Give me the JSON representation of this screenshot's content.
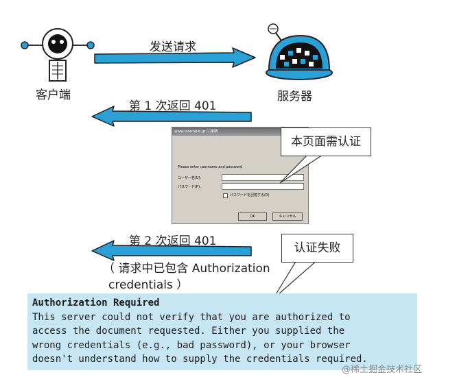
{
  "diagram": {
    "client_label": "客户端",
    "server_label": "服务器",
    "step1_label": "发送请求",
    "step2_label": "第 1 次返回 401",
    "step3_label": "第 2 次返回 401",
    "step3_note_line1": "（ 请求中已包含 Authorization",
    "step3_note_line2": "credentials ）",
    "callout_auth": "本页面需认证",
    "callout_fail": "认证失败"
  },
  "dialog": {
    "title": "www.example.jp に接続",
    "prompt": "Please enter username and password",
    "user_label": "ユーザー名(U):",
    "password_label": "パスワード(P):",
    "remember_label": "パスワードを記憶する(R)",
    "ok_label": "OK",
    "cancel_label": "キャンセル"
  },
  "error": {
    "title": "Authorization Required",
    "lines": [
      "This server could not verify that you are authorized to",
      "access the document requested. Either you supplied the",
      "wrong credentials (e.g., bad password), or your browser",
      "doesn't understand how to supply the credentials required."
    ]
  },
  "watermark": "@稀土掘金技术社区",
  "colors": {
    "arrow": "#2aa0d6",
    "arrow_outline": "#1a1a1a",
    "error_bg": "#c6e6f3"
  }
}
